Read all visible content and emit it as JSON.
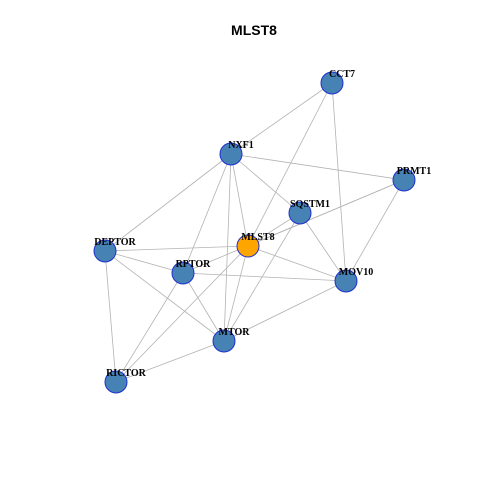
{
  "title": "MLST8",
  "colors": {
    "node_default": "#4682b4",
    "node_focus": "#ffa500",
    "node_border": "#1f2fcf",
    "edge": "#b3b3b3"
  },
  "nodes": [
    {
      "id": "CCT7",
      "label": "CCT7",
      "focus": false
    },
    {
      "id": "NXF1",
      "label": "NXF1",
      "focus": false
    },
    {
      "id": "PRMT1",
      "label": "PRMT1",
      "focus": false
    },
    {
      "id": "SQSTM1",
      "label": "SQSTM1",
      "focus": false
    },
    {
      "id": "DEPTOR",
      "label": "DEPTOR",
      "focus": false
    },
    {
      "id": "MLST8",
      "label": "MLST8",
      "focus": true
    },
    {
      "id": "RPTOR",
      "label": "RPTOR",
      "focus": false
    },
    {
      "id": "MOV10",
      "label": "MOV10",
      "focus": false
    },
    {
      "id": "MTOR",
      "label": "MTOR",
      "focus": false
    },
    {
      "id": "RICTOR",
      "label": "RICTOR",
      "focus": false
    }
  ],
  "edges": [
    [
      "CCT7",
      "NXF1"
    ],
    [
      "CCT7",
      "MLST8"
    ],
    [
      "CCT7",
      "MOV10"
    ],
    [
      "NXF1",
      "PRMT1"
    ],
    [
      "NXF1",
      "SQSTM1"
    ],
    [
      "NXF1",
      "DEPTOR"
    ],
    [
      "NXF1",
      "MLST8"
    ],
    [
      "NXF1",
      "RPTOR"
    ],
    [
      "NXF1",
      "MTOR"
    ],
    [
      "PRMT1",
      "MOV10"
    ],
    [
      "PRMT1",
      "MLST8"
    ],
    [
      "PRMT1",
      "RPTOR"
    ],
    [
      "SQSTM1",
      "MOV10"
    ],
    [
      "SQSTM1",
      "MTOR"
    ],
    [
      "SQSTM1",
      "MLST8"
    ],
    [
      "DEPTOR",
      "MLST8"
    ],
    [
      "DEPTOR",
      "RPTOR"
    ],
    [
      "DEPTOR",
      "MTOR"
    ],
    [
      "DEPTOR",
      "RICTOR"
    ],
    [
      "MLST8",
      "MOV10"
    ],
    [
      "MLST8",
      "MTOR"
    ],
    [
      "MLST8",
      "RICTOR"
    ],
    [
      "RPTOR",
      "MOV10"
    ],
    [
      "RPTOR",
      "MTOR"
    ],
    [
      "RPTOR",
      "RICTOR"
    ],
    [
      "MOV10",
      "MTOR"
    ],
    [
      "MTOR",
      "RICTOR"
    ]
  ]
}
